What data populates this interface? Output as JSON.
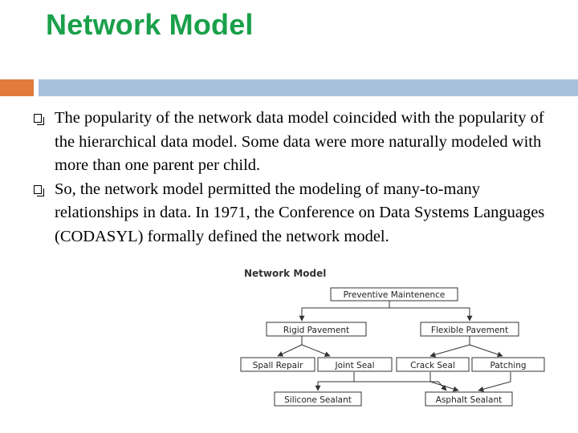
{
  "slide": {
    "title": "Network Model",
    "bullets": [
      "The popularity of the network data model coincided with the popularity of the hierarchical data model. Some data were more naturally modeled with more than one parent per child.",
      "So, the network model permitted the modeling of many-to-many relationships in data. In 1971, the Conference on Data Systems Languages (CODASYL) formally defined the network model."
    ]
  },
  "diagram": {
    "title": "Network Model",
    "nodes": {
      "root": "Preventive Maintenence",
      "rigid": "Rigid Pavement",
      "flexible": "Flexible Pavement",
      "spall": "Spall Repair",
      "joint": "Joint Seal",
      "crack": "Crack Seal",
      "patching": "Patching",
      "silicone": "Silicone Sealant",
      "asphalt": "Asphalt Sealant"
    }
  },
  "colors": {
    "title": "#1aa04a",
    "accent_orange": "#e07b3c",
    "accent_blue": "#a9c0dc"
  }
}
